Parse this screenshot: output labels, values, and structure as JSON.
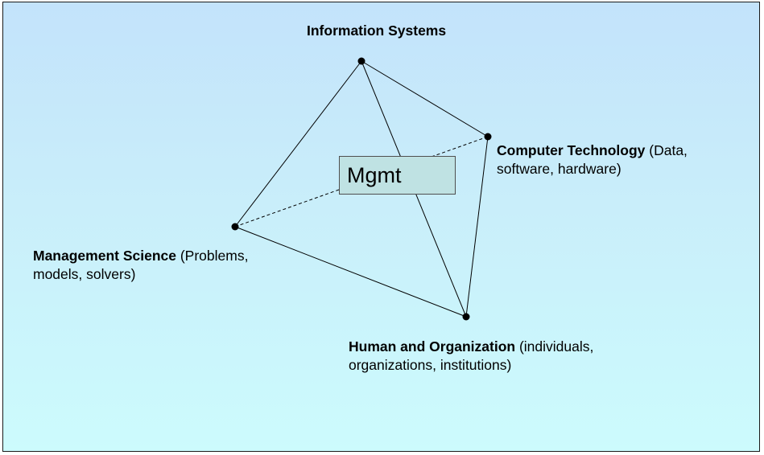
{
  "diagram": {
    "vertices": {
      "information_systems": {
        "title": "Information Systems",
        "detail": ""
      },
      "computer_technology": {
        "title": "Computer Technology",
        "detail_line1": " (Data,",
        "detail_line2": "software, hardware)"
      },
      "management_science": {
        "title": "Management Science",
        "detail_line1": " (Problems,",
        "detail_line2": "models, solvers)"
      },
      "human_organization": {
        "title": "Human and Organization",
        "detail_line1": " (individuals,",
        "detail_line2": "organizations, institutions)"
      }
    },
    "center_box": {
      "label": "Mgmt"
    },
    "colors": {
      "background_top": "#c3e3fb",
      "background_bottom": "#ccfbfd",
      "box_fill": "#bfe2e3",
      "edge": "#000000"
    }
  }
}
